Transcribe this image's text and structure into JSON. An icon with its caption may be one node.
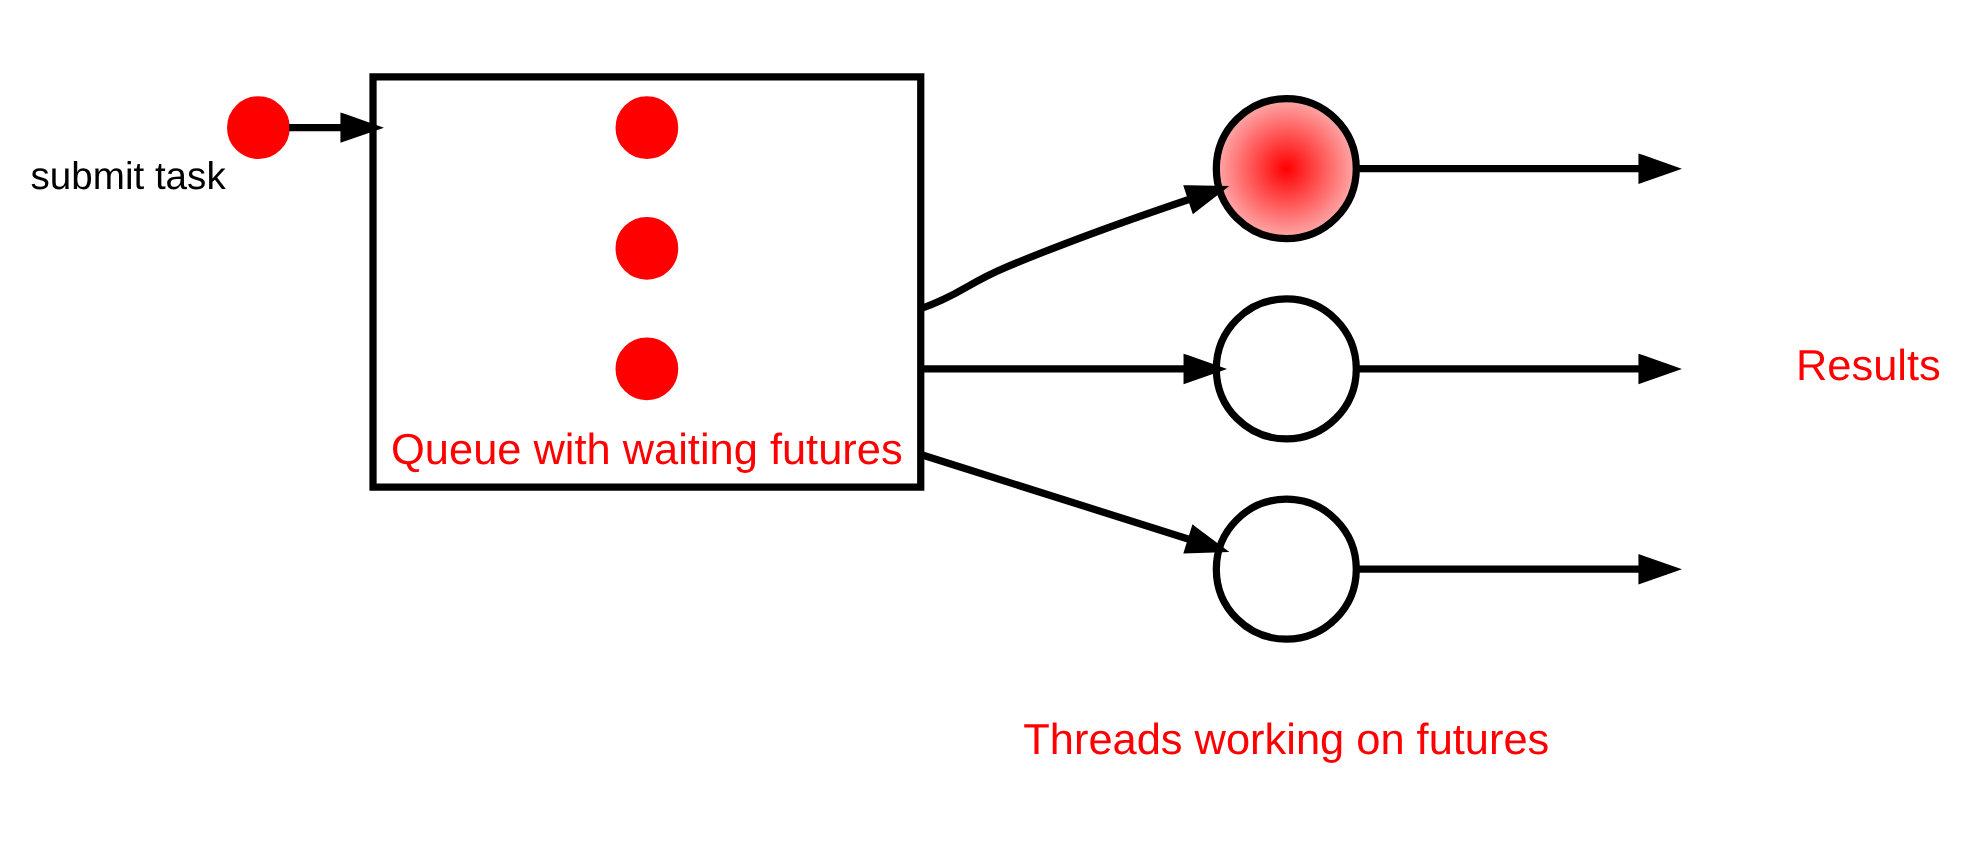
{
  "diagram": {
    "nodes": [
      {
        "text": [],
        "shape": "circle",
        "beside": [
          "submit task"
        ]
      },
      {
        "text": [],
        "shape": "box",
        "beside": [
          "Queue with waiting futures"
        ]
      },
      {
        "text": [],
        "shape": "circle",
        "in": 1
      },
      {
        "text": [],
        "shape": "circle",
        "in": 1
      },
      {
        "text": [],
        "shape": "circle",
        "in": 1
      },
      {
        "text": [],
        "shape": "circle"
      },
      {
        "text": [],
        "shape": "circle"
      },
      {
        "text": [],
        "shape": "circle"
      }
    ],
    "edges": [
      {
        "from": 0,
        "to": 1,
        "arrow": "to"
      },
      {
        "from": 1,
        "to": 5,
        "arrow": "to"
      },
      {
        "from": 1,
        "to": 6,
        "arrow": "to"
      },
      {
        "from": 1,
        "to": 7,
        "arrow": "to"
      },
      {
        "from": 5,
        "to": null,
        "arrow": "to"
      },
      {
        "from": 6,
        "to": null,
        "arrow": "to"
      },
      {
        "from": 7,
        "to": null,
        "arrow": "to"
      }
    ],
    "labels": [
      "Results",
      "Threads working on futures"
    ]
  }
}
